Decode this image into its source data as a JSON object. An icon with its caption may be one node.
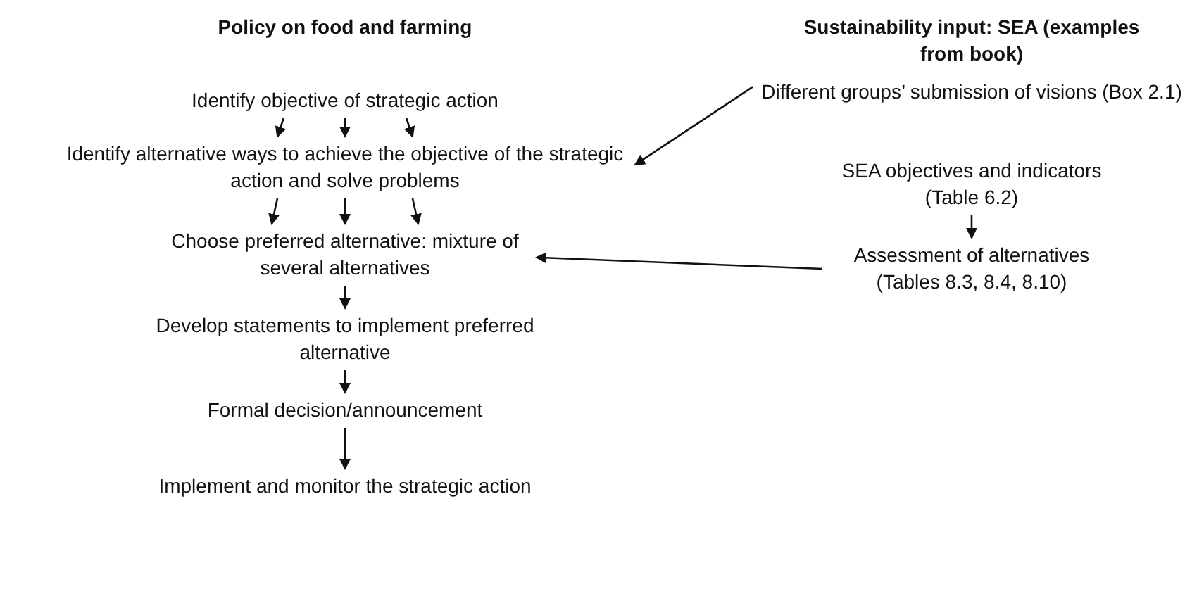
{
  "diagram": {
    "nodes": [
      {
        "text": [
          "Identify objective of strategic action"
        ]
      },
      {
        "text": [
          "Identify alternative ways to achieve the objective of the strategic action and solve problems"
        ]
      },
      {
        "text": [
          "Choose preferred alternative: mixture of several alternatives"
        ]
      },
      {
        "text": [
          "Develop statements to implement preferred alternative"
        ]
      },
      {
        "text": [
          "Formal decision/announcement"
        ]
      },
      {
        "text": [
          "Implement and monitor the strategic action"
        ]
      },
      {
        "text": [
          "Different groups’ submission of visions (Box 2.1)"
        ]
      },
      {
        "text": [
          "SEA objectives and indicators (Table 6.2)"
        ]
      },
      {
        "text": [
          "Assessment of alternatives (Tables 8.3, 8.4, 8.10)"
        ]
      }
    ],
    "edges": [
      {
        "from": 0,
        "to": 1,
        "arrow": "to"
      },
      {
        "from": 0,
        "to": 1,
        "arrow": "to"
      },
      {
        "from": 0,
        "to": 1,
        "arrow": "to"
      },
      {
        "from": 1,
        "to": 2,
        "arrow": "to"
      },
      {
        "from": 1,
        "to": 2,
        "arrow": "to"
      },
      {
        "from": 1,
        "to": 2,
        "arrow": "to"
      },
      {
        "from": 2,
        "to": 3,
        "arrow": "to"
      },
      {
        "from": 3,
        "to": 4,
        "arrow": "to"
      },
      {
        "from": 4,
        "to": 5,
        "arrow": "to"
      },
      {
        "from": 6,
        "to": 1,
        "arrow": "to"
      },
      {
        "from": 7,
        "to": 8,
        "arrow": "to"
      },
      {
        "from": 8,
        "to": 2,
        "arrow": "to"
      }
    ],
    "labels": [
      "Policy on food and farming",
      "Sustainability input: SEA (examples from book)"
    ]
  }
}
